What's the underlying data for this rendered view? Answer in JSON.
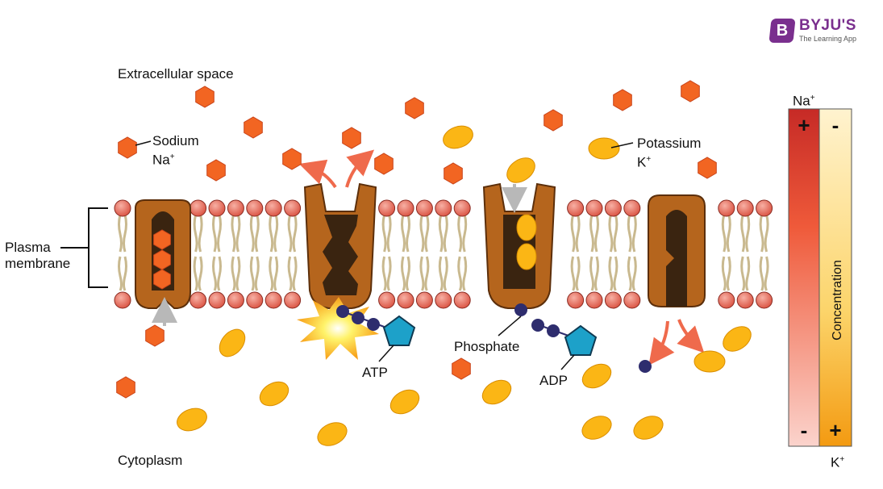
{
  "brand": {
    "badge_letter": "B",
    "name": "BYJU'S",
    "tagline": "The Learning App",
    "color": "#7a2f8e"
  },
  "labels": {
    "extracellular": "Extracellular space",
    "cytoplasm": "Cytoplasm",
    "sodium": "Sodium",
    "sodium_symbol": "Na",
    "sodium_charge": "+",
    "potassium": "Potassium",
    "potassium_symbol": "K",
    "potassium_charge": "+",
    "plasma_line1": "Plasma",
    "plasma_line2": "membrane",
    "atp": "ATP",
    "adp": "ADP",
    "phosphate": "Phosphate"
  },
  "concentration_bar": {
    "title": "Concentration",
    "top_label": "Na",
    "top_charge": "+",
    "bottom_label": "K",
    "bottom_charge": "+",
    "na_top_sign": "+",
    "na_bottom_sign": "-",
    "k_top_sign": "-",
    "k_bottom_sign": "+"
  },
  "colors": {
    "sodium": "#f26522",
    "potassium": "#fbb615",
    "pump": "#b5651d",
    "channel": "#3a2410",
    "phospholipid_head": "#e4776b",
    "phosphate": "#2e2d6e",
    "adenosine": "#1da1c9",
    "arrow": "#ef6a4c",
    "na_gradient_top": "#c62a26",
    "k_gradient_bottom": "#f39a11"
  }
}
